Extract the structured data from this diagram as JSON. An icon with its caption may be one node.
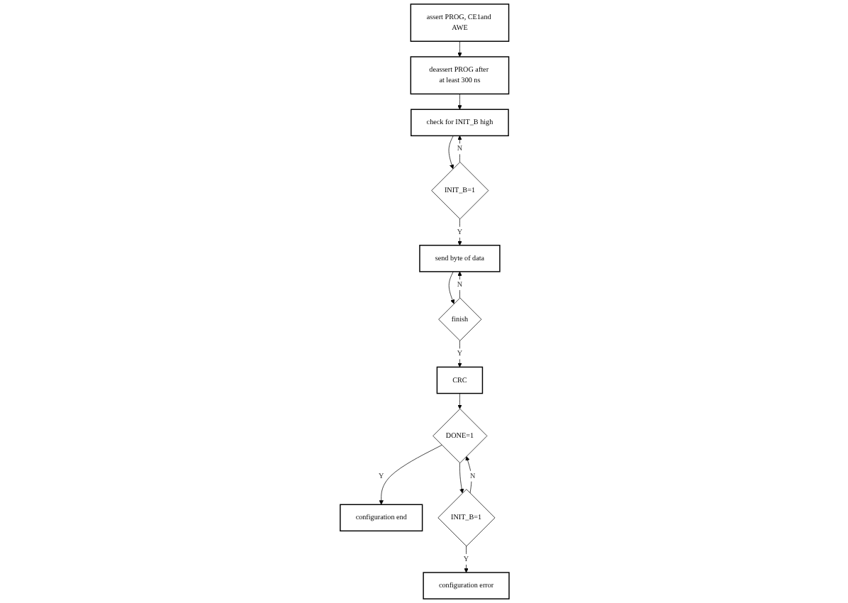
{
  "diagram": {
    "nodes": [
      {
        "text": [
          "assert PROG, CE1and AWE"
        ]
      },
      {
        "text": [
          "deassert PROG after at least 300 ns"
        ]
      },
      {
        "text": [
          "check for INIT_B high"
        ]
      },
      {
        "text": [
          "INIT_B=1"
        ]
      },
      {
        "text": [
          "send byte of data"
        ]
      },
      {
        "text": [
          "finish"
        ]
      },
      {
        "text": [
          "CRC"
        ]
      },
      {
        "text": [
          "DONE=1"
        ]
      },
      {
        "text": [
          "configuration end"
        ]
      },
      {
        "text": [
          "INIT_B=1"
        ]
      },
      {
        "text": [
          "configuration error"
        ]
      }
    ],
    "edges": [
      {
        "from": 0,
        "to": 1,
        "arrow": "to"
      },
      {
        "from": 1,
        "to": 2,
        "arrow": "to"
      },
      {
        "from": 2,
        "to": 3,
        "arrow": "to"
      },
      {
        "from": 3,
        "to": 2,
        "arrow": "to",
        "label": "N"
      },
      {
        "from": 3,
        "to": 4,
        "arrow": "to",
        "label": "Y"
      },
      {
        "from": 4,
        "to": 5,
        "arrow": "to"
      },
      {
        "from": 5,
        "to": 4,
        "arrow": "to",
        "label": "N"
      },
      {
        "from": 5,
        "to": 6,
        "arrow": "to",
        "label": "Y"
      },
      {
        "from": 6,
        "to": 7,
        "arrow": "to"
      },
      {
        "from": 7,
        "to": 8,
        "arrow": "to",
        "label": "Y"
      },
      {
        "from": 7,
        "to": 9,
        "arrow": "to"
      },
      {
        "from": 9,
        "to": 7,
        "arrow": "to",
        "label": "N"
      },
      {
        "from": 9,
        "to": 10,
        "arrow": "to",
        "label": "Y"
      }
    ]
  }
}
